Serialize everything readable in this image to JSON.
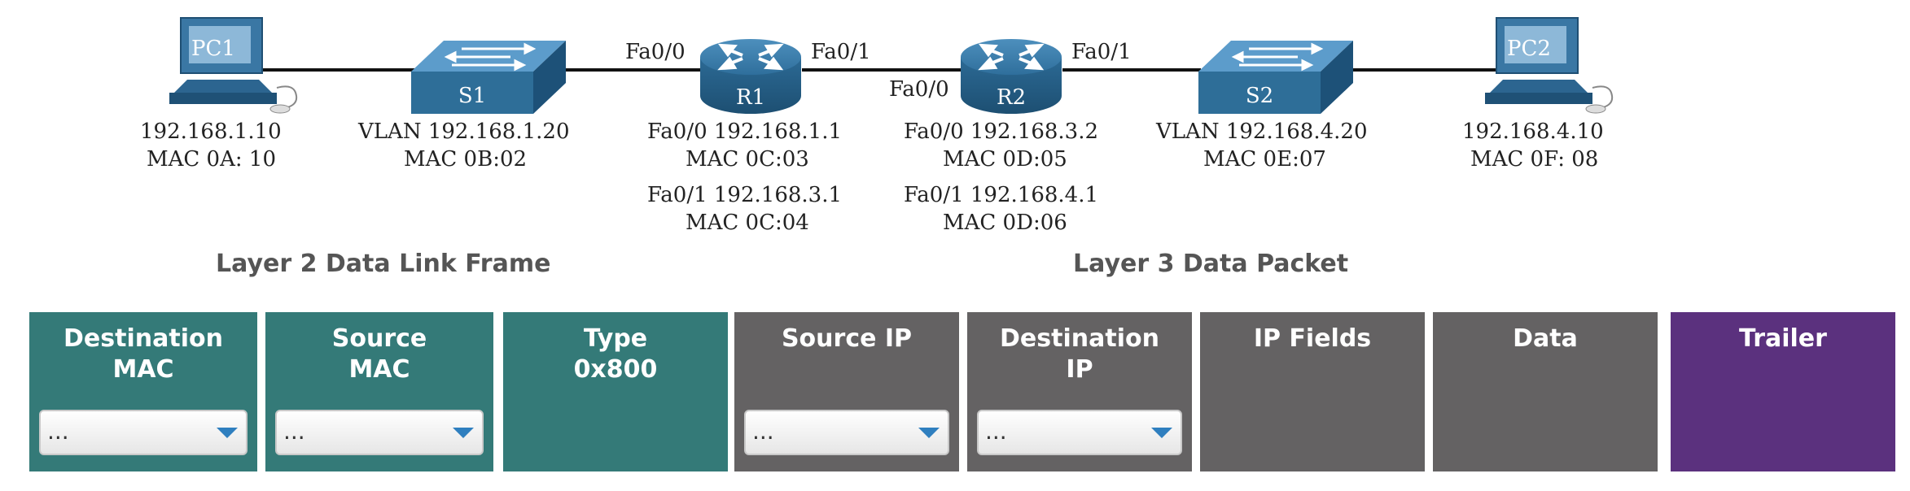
{
  "colors": {
    "layer2": "#347a78",
    "layer3": "#646263",
    "trailer": "#5b317e",
    "device": "#2e6e98",
    "bracket": "#555555"
  },
  "devices": [
    {
      "id": "pc1",
      "name": "PC1",
      "icon": "pc-icon",
      "addr": "192.168.1.10",
      "mac": "MAC 0A: 10"
    },
    {
      "id": "s1",
      "name": "S1",
      "icon": "switch-icon",
      "addr": "VLAN 192.168.1.20",
      "mac": "MAC 0B:02"
    },
    {
      "id": "r1",
      "name": "R1",
      "icon": "router-icon",
      "if0": "Fa0/0 192.168.1.1",
      "mac0": "MAC 0C:03",
      "if1": "Fa0/1 192.168.3.1",
      "mac1": "MAC 0C:04"
    },
    {
      "id": "r2",
      "name": "R2",
      "icon": "router-icon",
      "if0": "Fa0/0 192.168.3.2",
      "mac0": "MAC 0D:05",
      "if1": "Fa0/1 192.168.4.1",
      "mac1": "MAC 0D:06"
    },
    {
      "id": "s2",
      "name": "S2",
      "icon": "switch-icon",
      "addr": "VLAN 192.168.4.20",
      "mac": "MAC 0E:07"
    },
    {
      "id": "pc2",
      "name": "PC2",
      "icon": "pc-icon",
      "addr": "192.168.4.10",
      "mac": "MAC 0F: 08"
    }
  ],
  "ports": {
    "r1_left": "Fa0/0",
    "r1_right": "Fa0/1",
    "r2_left": "Fa0/0",
    "r2_right": "Fa0/1"
  },
  "brackets": {
    "layer2": "Layer 2 Data Link Frame",
    "layer3": "Layer 3 Data Packet"
  },
  "fields": [
    {
      "title": "Destination\nMAC",
      "dropdown": "...",
      "group": "layer2"
    },
    {
      "title": "Source\nMAC",
      "dropdown": "...",
      "group": "layer2"
    },
    {
      "title": "Type\n0x800",
      "group": "layer2"
    },
    {
      "title": "Source IP",
      "dropdown": "...",
      "group": "layer3"
    },
    {
      "title": "Destination\nIP",
      "dropdown": "...",
      "group": "layer3"
    },
    {
      "title": "IP Fields",
      "group": "layer3"
    },
    {
      "title": "Data",
      "group": "layer3"
    },
    {
      "title": "Trailer",
      "group": "trailer"
    }
  ]
}
